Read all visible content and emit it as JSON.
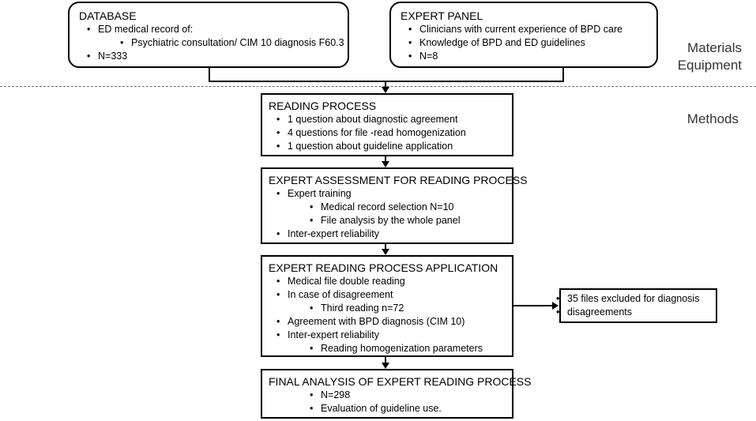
{
  "database": {
    "title": "DATABASE",
    "items": [
      {
        "level": 1,
        "text": "ED medical record of:"
      },
      {
        "level": 2,
        "text": "Psychiatric consultation/ CIM 10 diagnosis F60.3"
      },
      {
        "level": 1,
        "text": "N=333"
      }
    ]
  },
  "expert_panel": {
    "title": "EXPERT PANEL",
    "items": [
      {
        "level": 1,
        "text": "Clinicians with current experience of BPD care"
      },
      {
        "level": 1,
        "text": "Knowledge of BPD and ED guidelines"
      },
      {
        "level": 1,
        "text": "N=8"
      }
    ]
  },
  "side_labels": {
    "materials_line1": "Materials",
    "materials_line2": "Equipment",
    "methods": "Methods"
  },
  "reading_process": {
    "title": "READING PROCESS",
    "items": [
      {
        "level": 1,
        "text": "1 question about diagnostic agreement"
      },
      {
        "level": 1,
        "text": "4 questions for file -read homogenization"
      },
      {
        "level": 1,
        "text": "1 question about guideline application"
      }
    ]
  },
  "expert_assessment": {
    "title": "EXPERT ASSESSMENT FOR READING PROCESS",
    "items": [
      {
        "level": 1,
        "text": "Expert training"
      },
      {
        "level": 2,
        "text": "Medical record selection N=10"
      },
      {
        "level": 2,
        "text": "File analysis by the whole panel"
      },
      {
        "level": 1,
        "text": "Inter-expert reliability"
      }
    ]
  },
  "expert_application": {
    "title": "EXPERT READING PROCESS APPLICATION",
    "items": [
      {
        "level": 1,
        "text": "Medical file double reading"
      },
      {
        "level": 1,
        "text": "In case of disagreement"
      },
      {
        "level": 2,
        "text": "Third reading n=72"
      },
      {
        "level": 1,
        "text": "Agreement with BPD diagnosis (CIM 10)"
      },
      {
        "level": 1,
        "text": "Inter-expert reliability"
      },
      {
        "level": 2,
        "text": "Reading homogenization parameters"
      }
    ]
  },
  "excluded": {
    "line1": "35 files excluded for diagnosis",
    "line2": "disagreements"
  },
  "final_analysis": {
    "title": "FINAL ANALYSIS OF EXPERT READING PROCESS",
    "items": [
      {
        "level": 2,
        "text": "N=298"
      },
      {
        "level": 2,
        "text": "Evaluation of guideline use."
      }
    ]
  }
}
